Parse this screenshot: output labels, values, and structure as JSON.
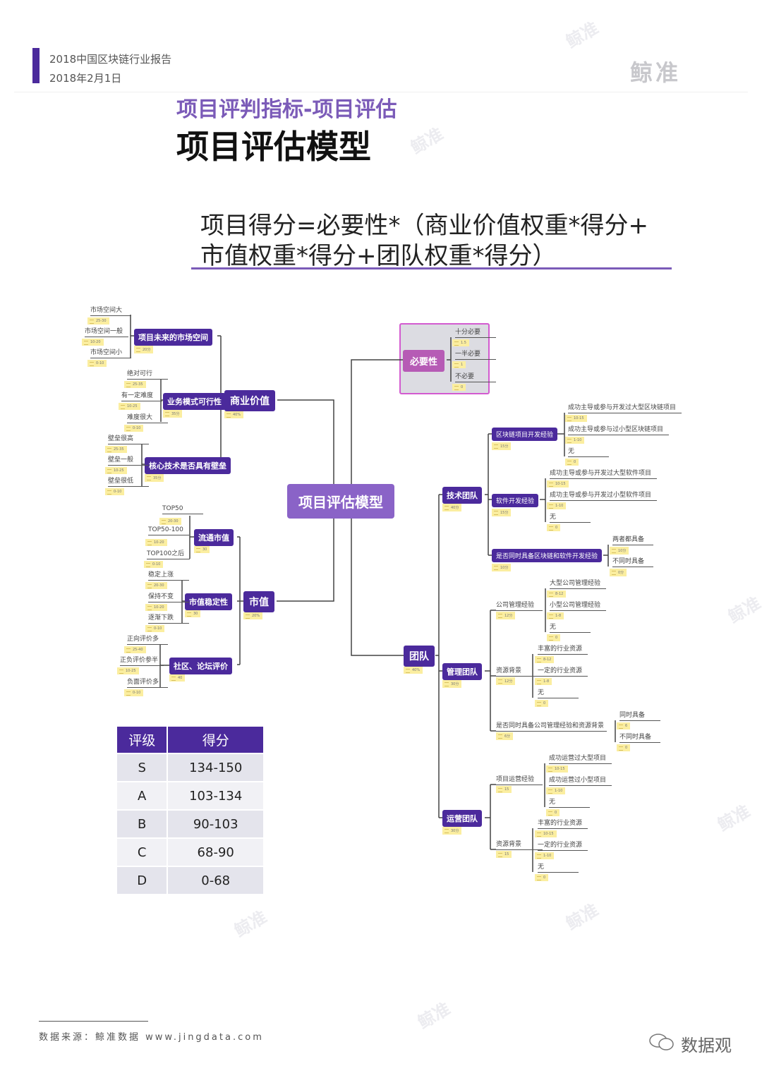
{
  "header": {
    "report_title": "2018中国区块链行业报告",
    "date": "2018年2月1日",
    "logo_text": "鲸准",
    "watermark": "鲸准"
  },
  "subtitle": "项目评判指标-项目评估",
  "title": "项目评估模型",
  "formula": {
    "line1": "项目得分=必要性*（商业价值权重*得分+",
    "line2": "市值权重*得分+团队权重*得分）"
  },
  "colors": {
    "accent": "#4b2a9c",
    "root": "#8a63c7",
    "necessity": "#b65bb5",
    "badge": "#fbeea0"
  },
  "mindmap": {
    "nodes": [
      {
        "label": "项目评估模型"
      },
      {
        "label": "商业价值",
        "score": "40%"
      },
      {
        "label": "项目未来的市场空间",
        "score": "20分"
      },
      {
        "label": "市场空间大",
        "score": "25-30"
      },
      {
        "label": "市场空间一般",
        "score": "10-20"
      },
      {
        "label": "市场空间小",
        "score": "0-10"
      },
      {
        "label": "业务模式可行性",
        "score": "35分"
      },
      {
        "label": "绝对可行",
        "score": "25-35"
      },
      {
        "label": "有一定难度",
        "score": "10-25"
      },
      {
        "label": "难度很大",
        "score": "0-10"
      },
      {
        "label": "核心技术是否具有壁垒",
        "score": "35分"
      },
      {
        "label": "壁垒很高",
        "score": "25-35"
      },
      {
        "label": "壁垒一般",
        "score": "10-25"
      },
      {
        "label": "壁垒很低",
        "score": "0-10"
      },
      {
        "label": "市值",
        "score": "20%"
      },
      {
        "label": "流通市值",
        "score": "30"
      },
      {
        "label": "TOP50",
        "score": "20-30"
      },
      {
        "label": "TOP50-100",
        "score": "10-20"
      },
      {
        "label": "TOP100之后",
        "score": "0-10"
      },
      {
        "label": "市值稳定性",
        "score": "30"
      },
      {
        "label": "稳定上涨",
        "score": "20-30"
      },
      {
        "label": "保持不变",
        "score": "10-20"
      },
      {
        "label": "逐渐下跌",
        "score": "0-10"
      },
      {
        "label": "社区、论坛评价",
        "score": "40"
      },
      {
        "label": "正向评价多",
        "score": "25-40"
      },
      {
        "label": "正负评价参半",
        "score": "10-25"
      },
      {
        "label": "负面评价多",
        "score": "0-10"
      },
      {
        "label": "必要性"
      },
      {
        "label": "十分必要",
        "score": "1.5"
      },
      {
        "label": "一半必要",
        "score": "1"
      },
      {
        "label": "不必要",
        "score": "0"
      },
      {
        "label": "团队",
        "score": "40%"
      },
      {
        "label": "技术团队",
        "score": "40分"
      },
      {
        "label": "区块链项目开发经验",
        "score": "15分"
      },
      {
        "label": "成功主导或参与开发过大型区块链项目",
        "score": "10-15"
      },
      {
        "label": "成功主导或参与过小型区块链项目",
        "score": "1-10"
      },
      {
        "label": "无",
        "score": "0"
      },
      {
        "label": "软件开发经验",
        "score": "15分"
      },
      {
        "label": "成功主导或参与开发过大型软件项目",
        "score": "10-15"
      },
      {
        "label": "成功主导或参与开发过小型软件项目",
        "score": "1-10"
      },
      {
        "label": "无",
        "score": "0"
      },
      {
        "label": "是否同时具备区块链和软件开发经验",
        "score": "10分"
      },
      {
        "label": "两者都具备",
        "score": "10分"
      },
      {
        "label": "不同时具备",
        "score": "0分"
      },
      {
        "label": "管理团队",
        "score": "30分"
      },
      {
        "label": "公司管理经验",
        "score": "12分"
      },
      {
        "label": "大型公司管理经验",
        "score": "8-12"
      },
      {
        "label": "小型公司管理经验",
        "score": "1-8"
      },
      {
        "label": "无",
        "score": "0"
      },
      {
        "label": "资源背景",
        "score": "12分"
      },
      {
        "label": "丰富的行业资源",
        "score": "8-12"
      },
      {
        "label": "一定的行业资源",
        "score": "1-8"
      },
      {
        "label": "无",
        "score": "0"
      },
      {
        "label": "是否同时具备公司管理经验和资源背景",
        "score": "6分"
      },
      {
        "label": "同时具备",
        "score": "6"
      },
      {
        "label": "不同时具备",
        "score": "0"
      },
      {
        "label": "运营团队",
        "score": "30分"
      },
      {
        "label": "项目运营经验",
        "score": "15"
      },
      {
        "label": "成功运营过大型项目",
        "score": "10-15"
      },
      {
        "label": "成功运营过小型项目",
        "score": "1-10"
      },
      {
        "label": "无",
        "score": "0"
      },
      {
        "label": "资源背景",
        "score": "15"
      },
      {
        "label": "丰富的行业资源",
        "score": "10-15"
      },
      {
        "label": "一定的行业资源",
        "score": "1-10"
      },
      {
        "label": "无",
        "score": "0"
      }
    ]
  },
  "grade_table": {
    "headers": [
      "评级",
      "得分"
    ],
    "rows": [
      [
        "S",
        "134-150"
      ],
      [
        "A",
        "103-134"
      ],
      [
        "B",
        "90-103"
      ],
      [
        "C",
        "68-90"
      ],
      [
        "D",
        "0-68"
      ]
    ]
  },
  "footer": {
    "source": "数据来源：鲸准数据 www.jingdata.com",
    "brand": "数据观"
  }
}
